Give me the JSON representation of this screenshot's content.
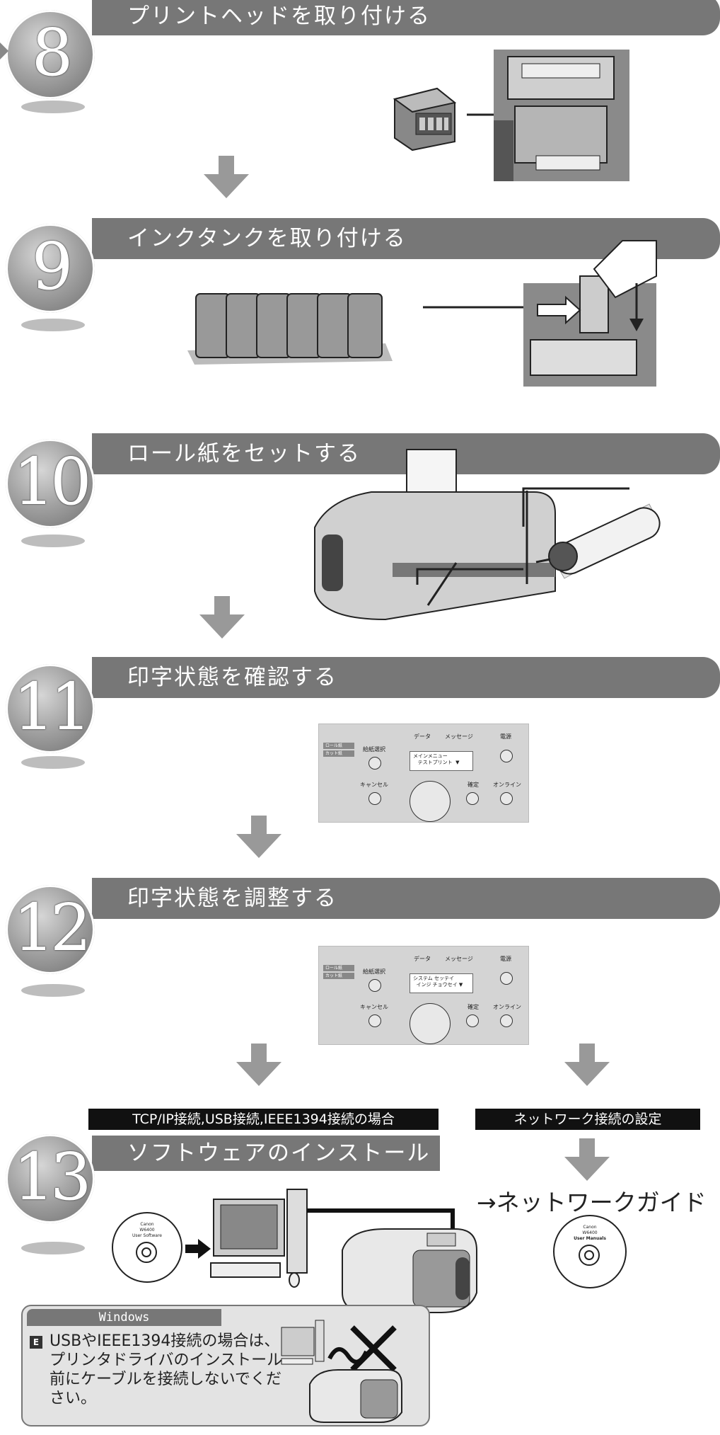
{
  "steps": [
    {
      "number": "8",
      "title": "プリントヘッドを取り付ける"
    },
    {
      "number": "9",
      "title": "インクタンクを取り付ける"
    },
    {
      "number": "10",
      "title": "ロール紙をセットする"
    },
    {
      "number": "11",
      "title": "印字状態を確認する"
    },
    {
      "number": "12",
      "title": "印字状態を調整する"
    },
    {
      "number": "13",
      "title": "ソフトウェアのインストール"
    }
  ],
  "panel1": {
    "data_label": "データ",
    "message_label": "メッセージ",
    "power_label": "電源",
    "feed_select_label": "給紙選択",
    "roll_tag": "ロール紙",
    "cut_tag": "カット紙",
    "cancel_label": "キャンセル",
    "confirm_label": "確定",
    "online_label": "オンライン",
    "lcd_text": "メインメニュー\n   テストプリント  ▼"
  },
  "panel2": {
    "data_label": "データ",
    "message_label": "メッセージ",
    "power_label": "電源",
    "feed_select_label": "給紙選択",
    "roll_tag": "ロール紙",
    "cut_tag": "カット紙",
    "cancel_label": "キャンセル",
    "confirm_label": "確定",
    "online_label": "オンライン",
    "lcd_text": "システム セッテイ\n  インジ チョウセイ ▼"
  },
  "connection_label": "TCP/IP接続,USB接続,IEEE1394接続の場合",
  "network_label": "ネットワーク接続の設定",
  "network_guide": "→ネットワークガイド",
  "cd_left": {
    "brand": "Canon",
    "line1": "W6400",
    "line2": "User Software"
  },
  "cd_right": {
    "brand": "Canon",
    "line1": "W6400",
    "line2": "User Manuals"
  },
  "note": {
    "header": "Windows",
    "icon": "E",
    "text": "USBやIEEE1394接続の場合は、プリンタドライバのインストール前にケーブルを接続しないでください。"
  },
  "colors": {
    "banner": "#777777",
    "arrow": "#999999",
    "panel": "#d4d4d4",
    "note_bg": "#e3e3e3"
  }
}
